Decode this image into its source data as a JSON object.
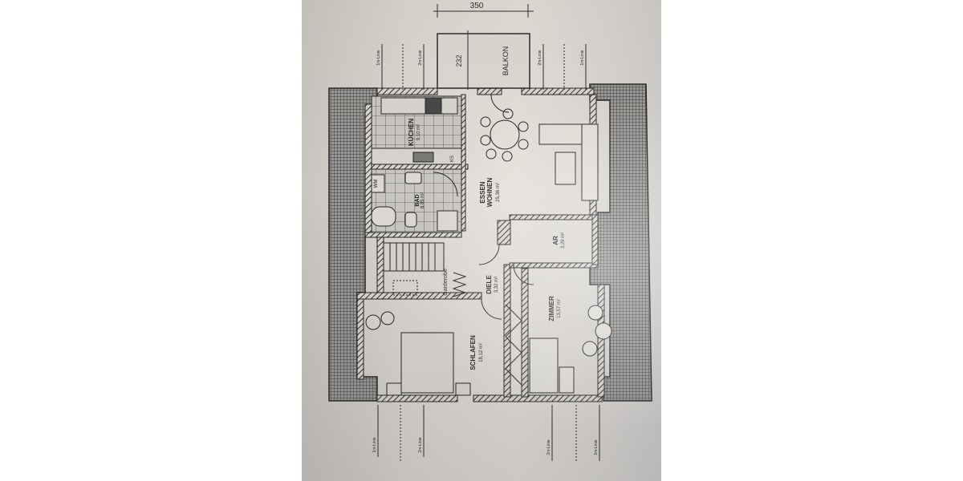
{
  "document": {
    "type": "architectural floor plan (attic / Dachgeschoss)",
    "photo_background": "#ffffff",
    "paper_color": "#dcd8d2",
    "ink_color": "#222222"
  },
  "dimensions": {
    "balcony_width": "350",
    "balcony_depth": "232"
  },
  "rooms": [
    {
      "id": "balkon",
      "name": "BALKON",
      "area": ""
    },
    {
      "id": "kueche",
      "name": "KÜCHEN",
      "area": "9,10 m²"
    },
    {
      "id": "bad",
      "name": "BAD",
      "area": "8,85 m²"
    },
    {
      "id": "essen-wohnen",
      "name": "ESSEN\nWOHNEN",
      "name_line1": "ESSEN",
      "name_line2": "WOHNEN",
      "area": "25,36 m²"
    },
    {
      "id": "ar",
      "name": "AR",
      "area": "3,29 m²"
    },
    {
      "id": "diele",
      "name": "DIELE",
      "area": "3,32 m²"
    },
    {
      "id": "garderobe",
      "name": "Garderobe",
      "area": ""
    },
    {
      "id": "schlafen",
      "name": "SCHLAFEN",
      "area": "18,12 m²"
    },
    {
      "id": "zimmer",
      "name": "ZIMMER",
      "area": "13,57 m²"
    }
  ],
  "fixtures": {
    "wm": "WM",
    "ks": "KS"
  },
  "height_lines": {
    "top": [
      "1m-Linie",
      "2m-Linie",
      "2m-Linie",
      "1m-Linie"
    ],
    "bottom": [
      "1m-Linie",
      "2m-Linie",
      "2m-Linie",
      "1m-Linie"
    ]
  }
}
